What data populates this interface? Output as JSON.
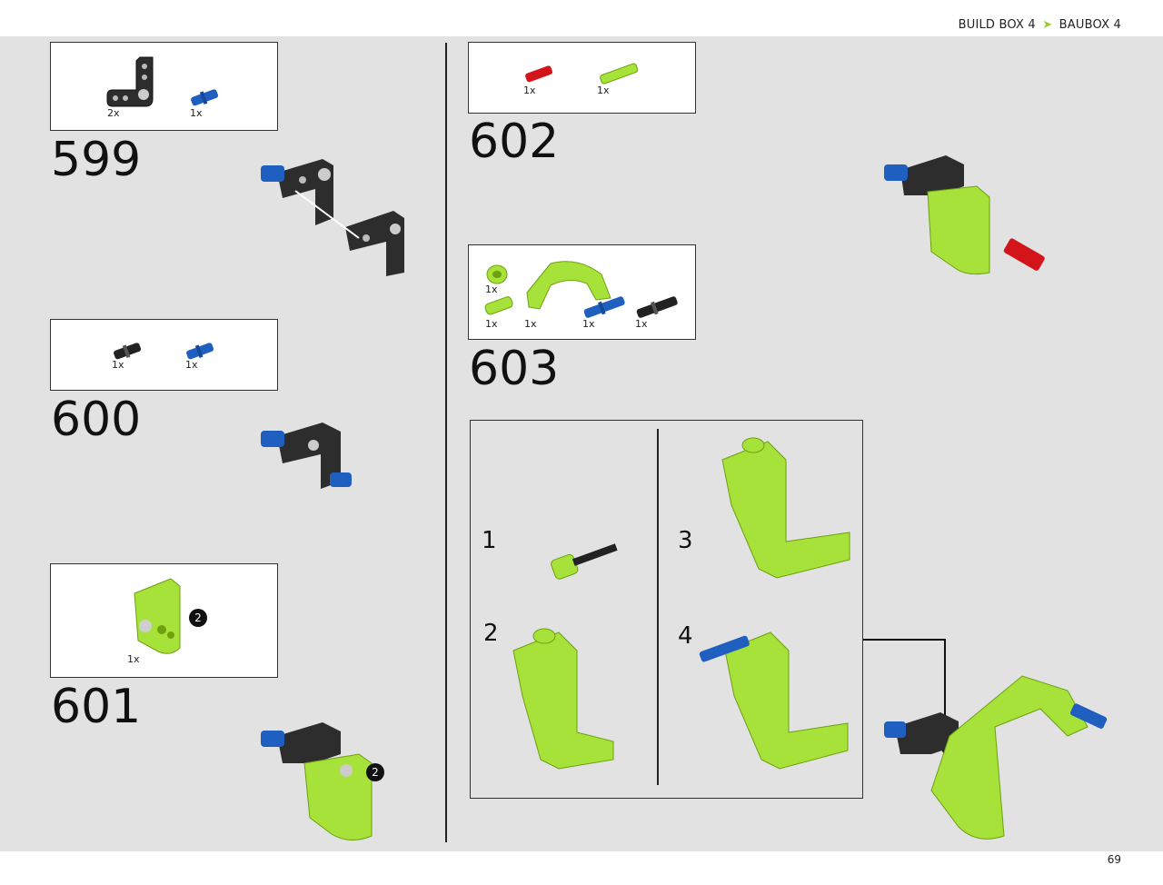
{
  "header": {
    "breadcrumb_en": "BUILD BOX 4",
    "breadcrumb_de": "BAUBOX 4",
    "separator_icon": "chevron-arrow-icon"
  },
  "footer": {
    "page_number": "69"
  },
  "colors": {
    "lime": "#a6e23a",
    "blue": "#1f5fbf",
    "red": "#d3141b",
    "dark": "#2b2b2b",
    "accent": "#9acd32"
  },
  "steps": [
    {
      "number": "599",
      "parts": [
        {
          "name": "L-beam-dark",
          "qty": "2x"
        },
        {
          "name": "pin-blue",
          "qty": "1x"
        }
      ]
    },
    {
      "number": "600",
      "parts": [
        {
          "name": "pin-black",
          "qty": "1x"
        },
        {
          "name": "pin-blue",
          "qty": "1x"
        }
      ]
    },
    {
      "number": "601",
      "parts": [
        {
          "name": "panel-lime",
          "qty": "1x"
        }
      ],
      "callout": "2",
      "callout_model": "2"
    },
    {
      "number": "602",
      "parts": [
        {
          "name": "connector-red",
          "qty": "1x"
        },
        {
          "name": "axle-pin-lime",
          "qty": "1x"
        }
      ]
    },
    {
      "number": "603",
      "parts": [
        {
          "name": "bush-lime",
          "qty": "1x"
        },
        {
          "name": "connector-lime",
          "qty": "1x"
        },
        {
          "name": "panel-curved-lime",
          "qty": "1x"
        },
        {
          "name": "pin-blue-long",
          "qty": "1x"
        },
        {
          "name": "pin-black-long",
          "qty": "1x"
        }
      ]
    }
  ],
  "substeps": [
    {
      "number": "1"
    },
    {
      "number": "2"
    },
    {
      "number": "3"
    },
    {
      "number": "4"
    }
  ]
}
